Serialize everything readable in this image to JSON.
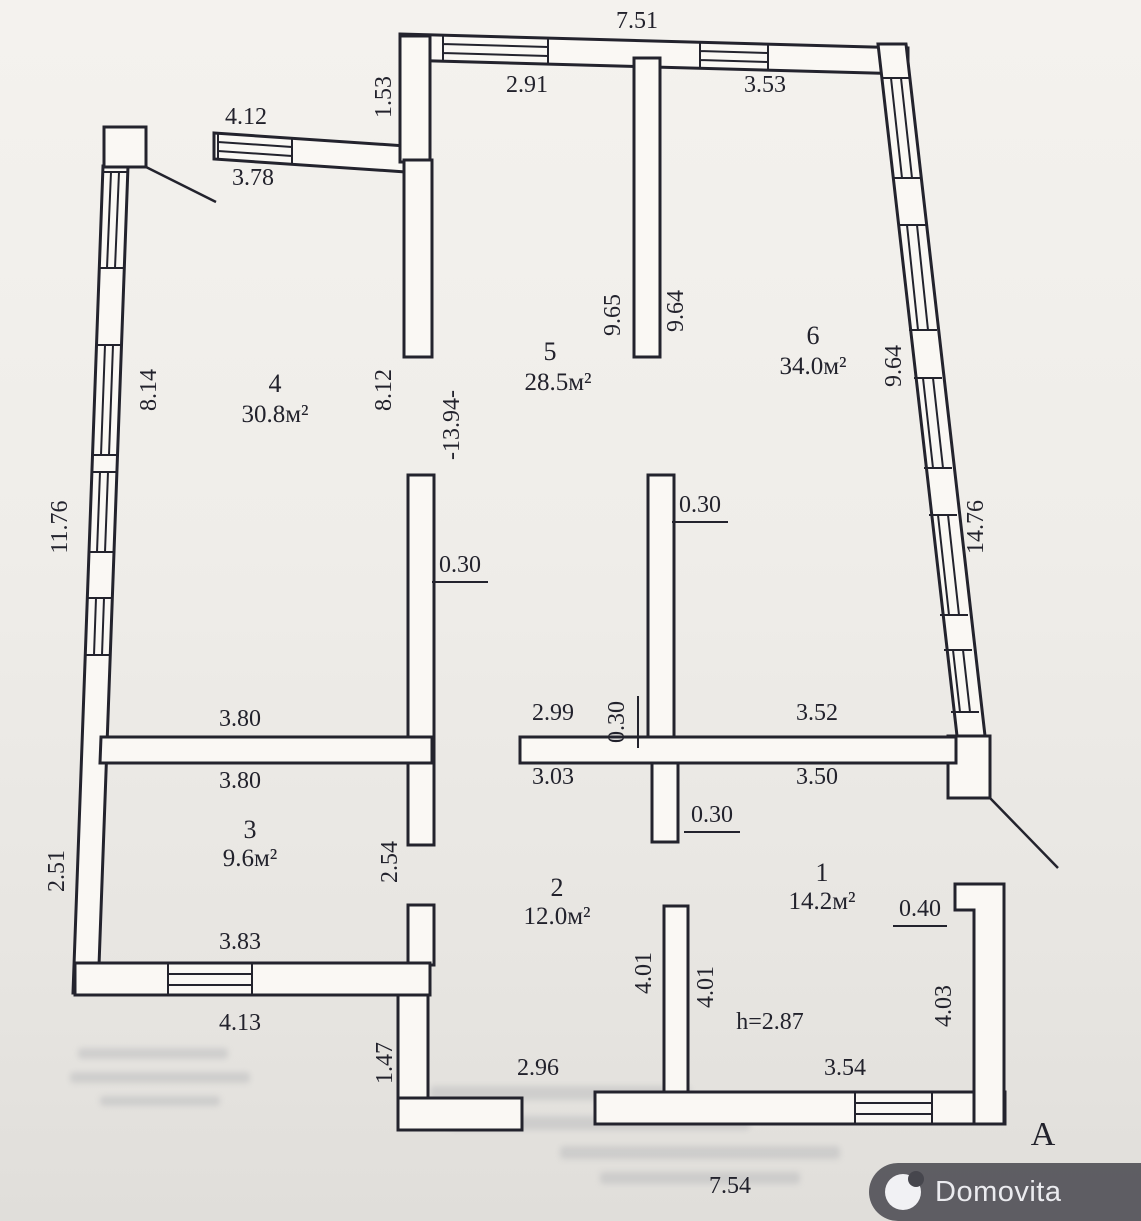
{
  "rooms": [
    {
      "number": "1",
      "area": "14.2м²"
    },
    {
      "number": "2",
      "area": "12.0м²"
    },
    {
      "number": "3",
      "area": "9.6м²"
    },
    {
      "number": "4",
      "area": "30.8м²"
    },
    {
      "number": "5",
      "area": "28.5м²"
    },
    {
      "number": "6",
      "area": "34.0м²"
    }
  ],
  "dimensions": {
    "top_overall": "7.51",
    "top_room5": "2.91",
    "top_room6": "3.53",
    "left_wall_offset": "1.53",
    "porch_top": "4.12",
    "porch_bottom": "3.78",
    "room5_right_side": "9.65",
    "room6_left_side": "9.64",
    "room6_right_side": "9.64",
    "room4_left_side": "8.14",
    "room4_right_side": "8.12",
    "interior_length": "-13.94-",
    "left_wall_overall": "11.76",
    "right_wall_overall": "14.76",
    "wall_c_thickness": "0.30",
    "wall_b_thickness": "0.30",
    "cross_wall_thickness": "0.30",
    "lower_wall_thickness": "0.30",
    "cross_left_top": "2.99",
    "cross_left_bottom": "3.03",
    "cross_right_top": "3.52",
    "cross_right_bottom": "3.50",
    "room4_bottom_top": "3.80",
    "room4_bottom_bottom": "3.80",
    "room3_left_side": "2.51",
    "room3_right_side": "2.54",
    "room3_bottom_inner": "3.83",
    "room3_bottom_outer": "4.13",
    "step_height": "1.47",
    "room2_bottom": "2.96",
    "divider_left": "4.01",
    "divider_right": "4.01",
    "ceiling_height": "h=2.87",
    "room1_bottom": "3.54",
    "room1_wall_thickness": "0.40",
    "room1_right_side": "4.03",
    "bottom_overall": "7.54"
  },
  "annotations": {
    "section_letter": "A"
  },
  "watermark": {
    "brand": "Domovita"
  }
}
